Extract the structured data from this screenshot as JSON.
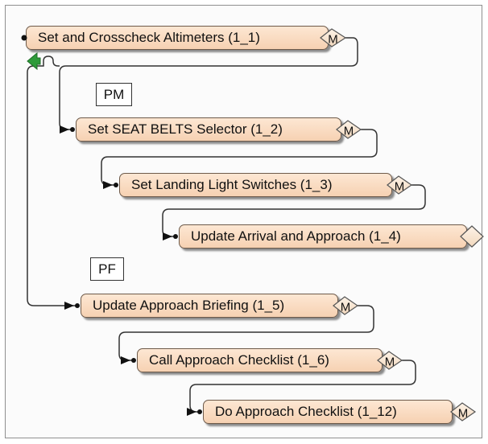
{
  "nodes": [
    {
      "label": "Set and Crosscheck Altimeters (1_1)",
      "marker": "M"
    },
    {
      "label": "Set SEAT BELTS Selector (1_2)",
      "marker": "M"
    },
    {
      "label": "Set Landing Light Switches (1_3)",
      "marker": "M"
    },
    {
      "label": "Update Arrival and Approach (1_4)",
      "marker": ""
    },
    {
      "label": "Update Approach Briefing (1_5)",
      "marker": "M"
    },
    {
      "label": "Call Approach Checklist (1_6)",
      "marker": "M"
    },
    {
      "label": "Do Approach Checklist (1_12)",
      "marker": "M"
    }
  ],
  "roles": {
    "pm": "PM",
    "pf": "PF"
  },
  "colors": {
    "node_fill_top": "#fde7d3",
    "node_fill_bottom": "#f6d1b2",
    "branch_icon": "#2e9b3a"
  }
}
